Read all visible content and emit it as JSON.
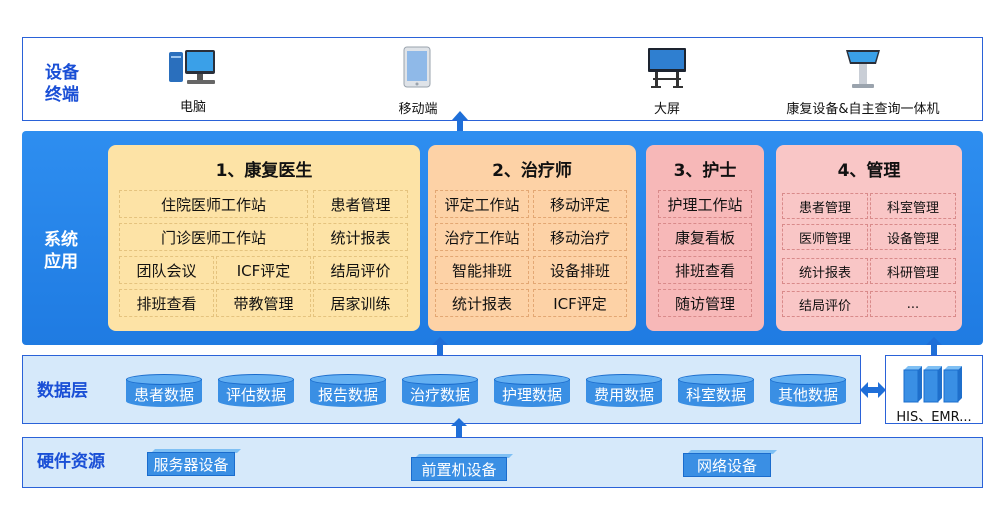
{
  "device_layer": {
    "label": "设备\n终端",
    "devices": [
      {
        "label": "电脑",
        "icon": "desktop-computer-icon"
      },
      {
        "label": "移动端",
        "icon": "tablet-icon"
      },
      {
        "label": "大屏",
        "icon": "large-screen-icon"
      },
      {
        "label": "康复设备&自主查询一体机",
        "icon": "kiosk-icon"
      }
    ]
  },
  "system_layer": {
    "label": "系统\n应用",
    "panels": [
      {
        "title": "1、康复医生",
        "items": [
          "住院医师工作站",
          "患者管理",
          "门诊医师工作站",
          "统计报表",
          "团队会议",
          "ICF评定",
          "结局评价",
          "排班查看",
          "带教管理",
          "居家训练"
        ]
      },
      {
        "title": "2、治疗师",
        "items": [
          "评定工作站",
          "移动评定",
          "治疗工作站",
          "移动治疗",
          "智能排班",
          "设备排班",
          "统计报表",
          "ICF评定"
        ]
      },
      {
        "title": "3、护士",
        "items": [
          "护理工作站",
          "康复看板",
          "排班查看",
          "随访管理"
        ]
      },
      {
        "title": "4、管理",
        "items": [
          "患者管理",
          "科室管理",
          "医师管理",
          "设备管理",
          "统计报表",
          "科研管理",
          "结局评价",
          "..."
        ]
      }
    ]
  },
  "data_layer": {
    "label": "数据层",
    "items": [
      "患者数据",
      "评估数据",
      "报告数据",
      "治疗数据",
      "护理数据",
      "费用数据",
      "科室数据",
      "其他数据"
    ],
    "his_label": "HIS、EMR..."
  },
  "hardware_layer": {
    "label": "硬件资源",
    "items": [
      "服务器设备",
      "前置机设备",
      "网络设备"
    ]
  },
  "colors": {
    "border_blue": "#2a62d8",
    "system_bg": "#2e8ef0",
    "panel_doctor": "#fde3a6",
    "panel_therapist": "#fdd2a6",
    "panel_nurse": "#f7b8b8",
    "panel_admin": "#f9c6c6",
    "data_bg": "#d6e9fa"
  }
}
